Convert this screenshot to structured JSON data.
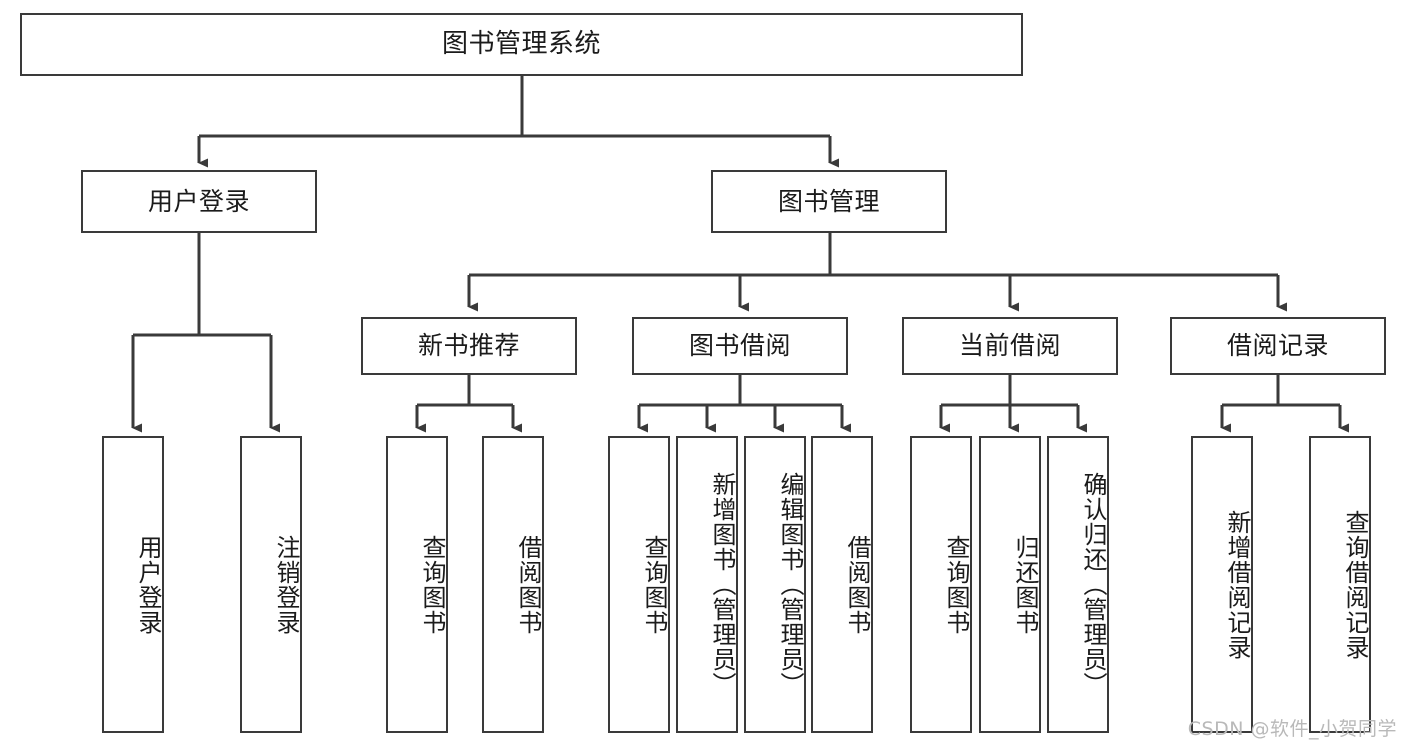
{
  "diagram": {
    "title": "图书管理系统",
    "type": "tree-structure-chart",
    "watermark": "CSDN @软件_小贺同学",
    "colors": {
      "box_border": "#3a3a3a",
      "box_fill": "#ffffff",
      "connector": "#3a3a3a",
      "text": "#1b1b1b",
      "watermark": "#b9b9b9",
      "background": "#ffffff"
    },
    "root": {
      "id": "root",
      "label": "图书管理系统"
    },
    "level2": [
      {
        "id": "login",
        "label": "用户登录"
      },
      {
        "id": "bookmgmt",
        "label": "图书管理"
      }
    ],
    "level3": [
      {
        "id": "newbook",
        "label": "新书推荐",
        "parent": "bookmgmt"
      },
      {
        "id": "borrow",
        "label": "图书借阅",
        "parent": "bookmgmt"
      },
      {
        "id": "current",
        "label": "当前借阅",
        "parent": "bookmgmt"
      },
      {
        "id": "record",
        "label": "借阅记录",
        "parent": "bookmgmt"
      }
    ],
    "leaves": [
      {
        "id": "leaf-1",
        "label": "用户登录",
        "parent": "login"
      },
      {
        "id": "leaf-2",
        "label": "注销登录",
        "parent": "login"
      },
      {
        "id": "leaf-3",
        "label": "查询图书",
        "parent": "newbook"
      },
      {
        "id": "leaf-4",
        "label": "借阅图书",
        "parent": "newbook"
      },
      {
        "id": "leaf-5",
        "label": "查询图书",
        "parent": "borrow"
      },
      {
        "id": "leaf-6",
        "label": "新增图书（管理员）",
        "parent": "borrow"
      },
      {
        "id": "leaf-7",
        "label": "编辑图书（管理员）",
        "parent": "borrow"
      },
      {
        "id": "leaf-8",
        "label": "借阅图书",
        "parent": "borrow"
      },
      {
        "id": "leaf-9",
        "label": "查询图书",
        "parent": "current"
      },
      {
        "id": "leaf-10",
        "label": "归还图书",
        "parent": "current"
      },
      {
        "id": "leaf-11",
        "label": "确认归还（管理员）",
        "parent": "current"
      },
      {
        "id": "leaf-12",
        "label": "新增借阅记录",
        "parent": "record"
      },
      {
        "id": "leaf-13",
        "label": "查询借阅记录",
        "parent": "record"
      }
    ]
  }
}
